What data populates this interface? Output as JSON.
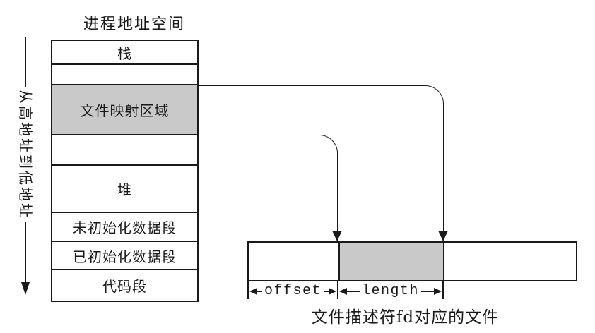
{
  "title": "进程地址空间",
  "axis": {
    "label": "从高地址到低地址",
    "direction": "down"
  },
  "process_box": {
    "segments": [
      {
        "label": "栈",
        "shaded": false
      },
      {
        "label": "",
        "shaded": false
      },
      {
        "label": "文件映射区域",
        "shaded": true
      },
      {
        "label": "",
        "shaded": false
      },
      {
        "label": "堆",
        "shaded": false
      },
      {
        "label": "未初始化数据段",
        "shaded": false
      },
      {
        "label": "已初始化数据段",
        "shaded": false
      },
      {
        "label": "代码段",
        "shaded": false
      }
    ]
  },
  "mapping": {
    "source_segment": "文件映射区域",
    "arrow_count": 2
  },
  "file_box": {
    "caption": "文件描述符fd对应的文件",
    "offset_label": "offset",
    "length_label": "length"
  },
  "colors": {
    "line": "#1a1a1a",
    "shaded_fill": "#c9c9c9"
  }
}
